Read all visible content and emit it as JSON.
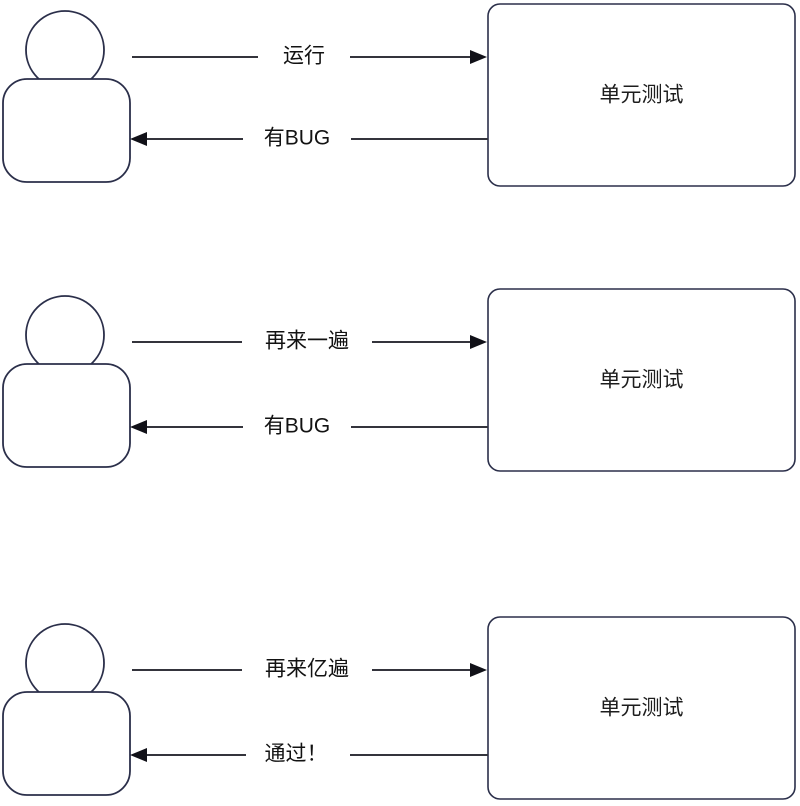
{
  "diagram": {
    "type": "sequence-loop-illustration",
    "background_color": "#ffffff",
    "stroke_color": "#2b2f4a",
    "line_color": "#34343c",
    "text_color": "#121212",
    "actor_name": "user-figure",
    "groups": [
      {
        "id": "group-1",
        "actor_icon": "person-icon",
        "service_label": "单元测试",
        "request_label": "运行",
        "response_label": "有BUG"
      },
      {
        "id": "group-2",
        "actor_icon": "person-icon",
        "service_label": "单元测试",
        "request_label": "再来一遍",
        "response_label": "有BUG"
      },
      {
        "id": "group-3",
        "actor_icon": "person-icon",
        "service_label": "单元测试",
        "request_label": "再来亿遍",
        "response_label": "通过！"
      }
    ]
  }
}
